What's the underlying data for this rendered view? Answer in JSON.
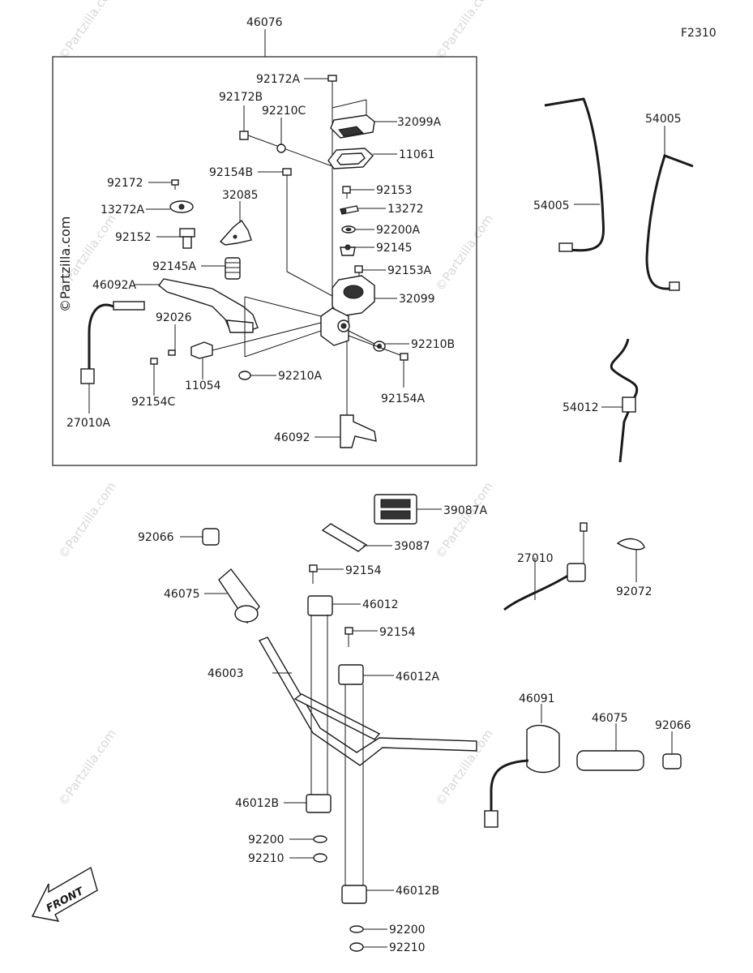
{
  "figure_code": "F2310",
  "watermark": "©Partzilla.com",
  "front_label": "FRONT",
  "callouts": [
    {
      "id": "46076",
      "text": "46076"
    },
    {
      "id": "92172A",
      "text": "92172A"
    },
    {
      "id": "32099A",
      "text": "32099A"
    },
    {
      "id": "92172B",
      "text": "92172B"
    },
    {
      "id": "92210C",
      "text": "92210C"
    },
    {
      "id": "11061",
      "text": "11061"
    },
    {
      "id": "92172",
      "text": "92172"
    },
    {
      "id": "92154B",
      "text": "92154B"
    },
    {
      "id": "92153",
      "text": "92153"
    },
    {
      "id": "32085",
      "text": "32085"
    },
    {
      "id": "13272A",
      "text": "13272A"
    },
    {
      "id": "13272",
      "text": "13272"
    },
    {
      "id": "92200A",
      "text": "92200A"
    },
    {
      "id": "92152",
      "text": "92152"
    },
    {
      "id": "92145",
      "text": "92145"
    },
    {
      "id": "92153A",
      "text": "92153A"
    },
    {
      "id": "92145A",
      "text": "92145A"
    },
    {
      "id": "46092A",
      "text": "46092A"
    },
    {
      "id": "32099",
      "text": "32099"
    },
    {
      "id": "92026",
      "text": "92026"
    },
    {
      "id": "92210B",
      "text": "92210B"
    },
    {
      "id": "11054",
      "text": "11054"
    },
    {
      "id": "92154C",
      "text": "92154C"
    },
    {
      "id": "92210A",
      "text": "92210A"
    },
    {
      "id": "92154A",
      "text": "92154A"
    },
    {
      "id": "27010A",
      "text": "27010A"
    },
    {
      "id": "46092",
      "text": "46092"
    },
    {
      "id": "54005-top",
      "text": "54005"
    },
    {
      "id": "54005-left",
      "text": "54005"
    },
    {
      "id": "54012",
      "text": "54012"
    },
    {
      "id": "39087A",
      "text": "39087A"
    },
    {
      "id": "92066-left",
      "text": "92066"
    },
    {
      "id": "39087",
      "text": "39087"
    },
    {
      "id": "27010",
      "text": "27010"
    },
    {
      "id": "92154-upper",
      "text": "92154"
    },
    {
      "id": "92072",
      "text": "92072"
    },
    {
      "id": "46075-left",
      "text": "46075"
    },
    {
      "id": "46012",
      "text": "46012"
    },
    {
      "id": "92154-lower",
      "text": "92154"
    },
    {
      "id": "46003",
      "text": "46003"
    },
    {
      "id": "46012A",
      "text": "46012A"
    },
    {
      "id": "46091",
      "text": "46091"
    },
    {
      "id": "46075-right",
      "text": "46075"
    },
    {
      "id": "92066-right",
      "text": "92066"
    },
    {
      "id": "46012B-left",
      "text": "46012B"
    },
    {
      "id": "92200-upper",
      "text": "92200"
    },
    {
      "id": "92210-upper",
      "text": "92210"
    },
    {
      "id": "46012B-right",
      "text": "46012B"
    },
    {
      "id": "92200-lower",
      "text": "92200"
    },
    {
      "id": "92210-lower",
      "text": "92210"
    }
  ]
}
